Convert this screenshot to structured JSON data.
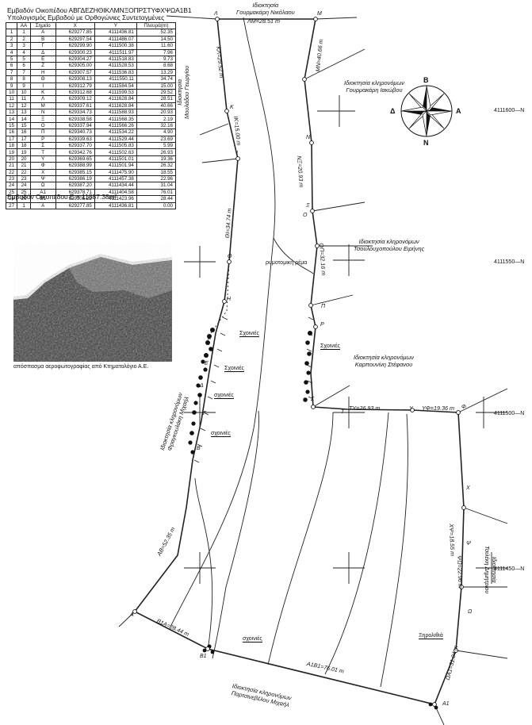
{
  "header": {
    "line1": "Εμβαδόν Οικοπέδου ΑΒΓΔΕΖΗΘΙΚΛΜΝΞΟΠΡΣΤΥΦΧΨΩΑ1Β1",
    "line2": "Υπολογισμός Εμβαδού με Ορθογώνιες Συντεταγμένες"
  },
  "table": {
    "columns": [
      "",
      "ΑΑ",
      "Σημείο",
      "X",
      "Y",
      "Πλευρά(m)"
    ],
    "rows": [
      [
        "1",
        "1",
        "Α",
        "629277.85",
        "4111436.81",
        "52.35"
      ],
      [
        "2",
        "2",
        "Β",
        "629297.54",
        "4111486.07",
        "14.50"
      ],
      [
        "3",
        "3",
        "Γ",
        "629299.90",
        "4111500.38",
        "11.60"
      ],
      [
        "4",
        "4",
        "Δ",
        "629300.23",
        "4111511.97",
        "7.96"
      ],
      [
        "5",
        "5",
        "Ε",
        "629304.27",
        "4111518.83",
        "9.73"
      ],
      [
        "6",
        "6",
        "Ζ",
        "629305.00",
        "4111528.53",
        "8.68"
      ],
      [
        "7",
        "7",
        "Η",
        "629307.57",
        "4111536.83",
        "13.29"
      ],
      [
        "8",
        "8",
        "Θ",
        "629308.13",
        "4111550.11",
        "34.74"
      ],
      [
        "9",
        "9",
        "Ι",
        "629312.79",
        "4111584.54",
        "15.00"
      ],
      [
        "10",
        "10",
        "Κ",
        "629312.68",
        "4111599.53",
        "29.52"
      ],
      [
        "11",
        "11",
        "Λ",
        "629309.12",
        "4111628.84",
        "28.51"
      ],
      [
        "12",
        "12",
        "Μ",
        "629337.61",
        "4111628.84",
        "40.66"
      ],
      [
        "13",
        "13",
        "Ν",
        "629334.73",
        "4111588.93",
        "20.93"
      ],
      [
        "14",
        "14",
        "Ξ",
        "629338.58",
        "4111568.35",
        "2.19"
      ],
      [
        "15",
        "15",
        "Ο",
        "629337.94",
        "4111566.26",
        "32.16"
      ],
      [
        "16",
        "16",
        "Π",
        "629340.73",
        "4111534.22",
        "4.90"
      ],
      [
        "17",
        "17",
        "Ρ",
        "629339.63",
        "4111529.44",
        "23.69"
      ],
      [
        "18",
        "18",
        "Σ",
        "629337.70",
        "4111505.83",
        "5.99"
      ],
      [
        "19",
        "19",
        "Τ",
        "629342.76",
        "4111502.63",
        "26.93"
      ],
      [
        "20",
        "20",
        "Υ",
        "629369.65",
        "4111501.01",
        "19.36"
      ],
      [
        "21",
        "21",
        "Φ",
        "629388.99",
        "4111501.94",
        "26.32"
      ],
      [
        "22",
        "22",
        "Χ",
        "629385.15",
        "4111475.90",
        "18.55"
      ],
      [
        "23",
        "23",
        "Ψ",
        "629386.19",
        "4111457.38",
        "22.96"
      ],
      [
        "24",
        "24",
        "Ω",
        "629387.20",
        "4111434.44",
        "31.04"
      ],
      [
        "25",
        "25",
        "Α1",
        "629378.71",
        "4111404.58",
        "76.01"
      ],
      [
        "26",
        "26",
        "Β1",
        "629305.22",
        "4111423.96",
        "28.44"
      ],
      [
        "27",
        "1",
        "Α",
        "629277.85",
        "4111436.81",
        "0.00"
      ]
    ],
    "area": "Εμβαδόν Οικοπέδου  E = 11887.38m²"
  },
  "photo_caption": "απόσπασμα αεροφωτογραφίας από Κτηματολόγιο Α.Ε.",
  "grid": {
    "y1": "4111600—N",
    "y2": "4111550—N",
    "y3": "4111500—N",
    "y4": "4111450—N"
  },
  "compass": {
    "north_top": "Β",
    "south": "Ν",
    "west": "Δ",
    "east": "Α"
  },
  "owners": {
    "top": [
      "Ιδιοκτησία",
      "Γουρμακάρη Νικόλαου"
    ],
    "ne": [
      "Ιδιοκτησία κληρονόμων",
      "Γουρμακάρη Ιακώβου"
    ],
    "west_upper": [
      "Ιδιοκτησία",
      "Μουλάδου Γεωργίου"
    ],
    "east_mid": [
      "Ιδιοκτησία κληρονόμων",
      "Τσουλουχοπούλου Ειρήνης"
    ],
    "east_lower": [
      "Ιδιοκτησία κληρονόμων",
      "Καρπουνίνη Στέφανου"
    ],
    "west_lower": [
      "Ιδιοκτησία κληρονόμων",
      "Φραγκουλάκη Μιχαήλ"
    ],
    "se": [
      "Ιδιοκτησία",
      "Τσιλέκη Δημητρίου"
    ],
    "bottom": [
      "Ιδιοκτησία κληρονόμων",
      "Παρτσινεβέλου Μιχαήλ"
    ]
  },
  "tags": {
    "rema": "ρυμοτομική ρέμα",
    "xoin1": "Σχοινιές",
    "xoin2": "Σχοινιές",
    "xoin3": "Σχοινιές",
    "xoin4": "σχοινιές",
    "xoin5": "σχοινιές",
    "xoin6": "σχοινιές",
    "xiroli": "Ξηρολιθιά"
  },
  "lengths": {
    "LM": "ΛΜ=28.51 m",
    "KL": "ΚΛ=29.52 m",
    "MN": "ΜΝ=40.66 m",
    "IK": "ΙΚ=15.00 m",
    "NX": "ΝΞ=20.93 m",
    "ThI": "ΘΙ=34.74 m",
    "OP": "ΟΠ=32.16 m",
    "TY": "ΤΥ=26.93 m",
    "YF": "ΥΦ=19.36 m",
    "A1B1": "Α1Β1=76.01 m",
    "OmA1": "ΩΑ1=31.04 m",
    "AB": "ΑΒ=52.35 m",
    "B1A": "Β1Α=28.44 m",
    "XPsi": "ΧΨ=18.55 m",
    "PsiOm": "ΨΩ=22.96 m"
  },
  "points": {
    "A": "Α",
    "B": "Β",
    "G": "Γ",
    "D": "Δ",
    "E": "Ε",
    "Z": "Ζ",
    "H": "Η",
    "Th": "Θ",
    "I": "Ι",
    "K": "Κ",
    "L": "Λ",
    "M": "Μ",
    "N": "Ν",
    "X": "Ξ",
    "O": "Ο",
    "P": "Π",
    "R": "Ρ",
    "S": "Σ",
    "T": "Τ",
    "Y": "Υ",
    "F": "Φ",
    "Ch": "Χ",
    "Ps": "Ψ",
    "Om": "Ω",
    "A1": "Α1",
    "B1": "Β1"
  }
}
